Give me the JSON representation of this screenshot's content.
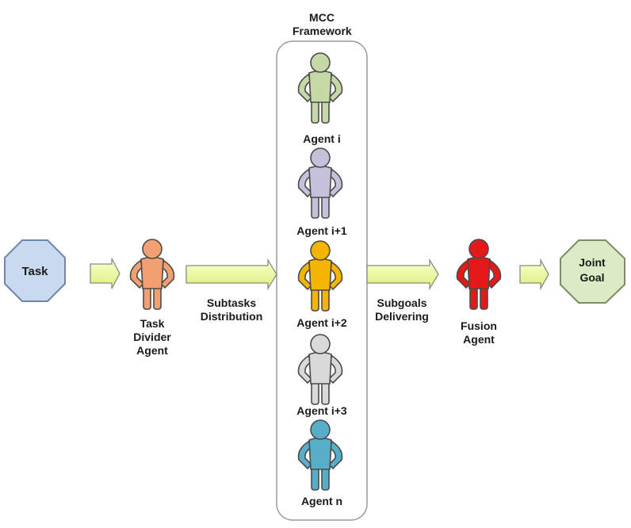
{
  "framework": {
    "title_line1": "MCC",
    "title_line2": "Framework"
  },
  "task": {
    "label": "Task",
    "color": "#c9d9ef",
    "stroke": "#6f86a8"
  },
  "divider": {
    "line1": "Task",
    "line2": "Divider",
    "line3": "Agent",
    "color": "#f2a071"
  },
  "arrow1": {
    "line1": "Subtasks",
    "line2": "Distribution"
  },
  "arrow2": {
    "line1": "Subgoals",
    "line2": "Delivering"
  },
  "agents": [
    {
      "label": "Agent i",
      "color": "#c5d9a6"
    },
    {
      "label": "Agent i+1",
      "color": "#c6c0da"
    },
    {
      "label": "Agent i+2",
      "color": "#f4b400"
    },
    {
      "label": "Agent i+3",
      "color": "#d9d9d9"
    },
    {
      "label": "Agent n",
      "color": "#56aec9"
    }
  ],
  "fusion": {
    "line1": "Fusion",
    "line2": "Agent",
    "color": "#e61919"
  },
  "goal": {
    "line1": "Joint",
    "line2": "Goal",
    "color": "#dcebc6",
    "stroke": "#7d8c66"
  },
  "arrow_color": "#efff9c"
}
